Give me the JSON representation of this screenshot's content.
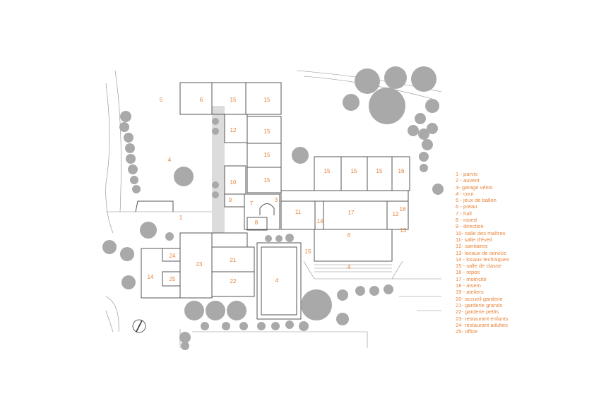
{
  "rooms": [
    {
      "id": "r5",
      "text": "5"
    },
    {
      "id": "r6a",
      "text": "6"
    },
    {
      "id": "r15a",
      "text": "15"
    },
    {
      "id": "r15b",
      "text": "15"
    },
    {
      "id": "r12a",
      "text": "12"
    },
    {
      "id": "r15c",
      "text": "15"
    },
    {
      "id": "r15d",
      "text": "15"
    },
    {
      "id": "r15e",
      "text": "15"
    },
    {
      "id": "r4a",
      "text": "4"
    },
    {
      "id": "r10",
      "text": "10"
    },
    {
      "id": "r9",
      "text": "9"
    },
    {
      "id": "r7",
      "text": "7"
    },
    {
      "id": "r3",
      "text": "3"
    },
    {
      "id": "r8",
      "text": "8"
    },
    {
      "id": "r1",
      "text": "1"
    },
    {
      "id": "r11",
      "text": "11"
    },
    {
      "id": "r14a",
      "text": "14"
    },
    {
      "id": "r17",
      "text": "17"
    },
    {
      "id": "r15f",
      "text": "15"
    },
    {
      "id": "r15g",
      "text": "15"
    },
    {
      "id": "r15h",
      "text": "15"
    },
    {
      "id": "r16",
      "text": "16"
    },
    {
      "id": "r18",
      "text": "18"
    },
    {
      "id": "r12b",
      "text": "12"
    },
    {
      "id": "r13",
      "text": "13"
    },
    {
      "id": "r6b",
      "text": "6"
    },
    {
      "id": "r15i",
      "text": "15"
    },
    {
      "id": "r4b",
      "text": "4"
    },
    {
      "id": "r24",
      "text": "24"
    },
    {
      "id": "r23",
      "text": "23"
    },
    {
      "id": "r21",
      "text": "21"
    },
    {
      "id": "r14b",
      "text": "14"
    },
    {
      "id": "r25",
      "text": "25"
    },
    {
      "id": "r22",
      "text": "22"
    },
    {
      "id": "r4c",
      "text": "4"
    }
  ],
  "legend": [
    "1 - parvis",
    "2 - auvent",
    "3- garage vélos",
    "4 - cour",
    "5 - jeux de ballon",
    "6 - préau",
    "7 - hall",
    "8 - rased",
    "9 - direction",
    "10- salle des maîtres",
    "11- salle d'éveil",
    "12- sanitaires",
    "13- locaux de service",
    "14 - locaux techniques",
    "15 - salle de classe",
    "16 - repos",
    "17 - motricité",
    "18 - atsem",
    "19 - ateliers",
    "20- accueil garderie",
    "21- garderie grands",
    "22- garderie petits",
    "23- restaurant enfants",
    "24- restaurant adultes",
    "25- office"
  ],
  "colors": {
    "label": "#e8843a",
    "wall": "#555555",
    "tree": "#a9a9a9"
  },
  "icons": {
    "north": "north-arrow-icon"
  }
}
